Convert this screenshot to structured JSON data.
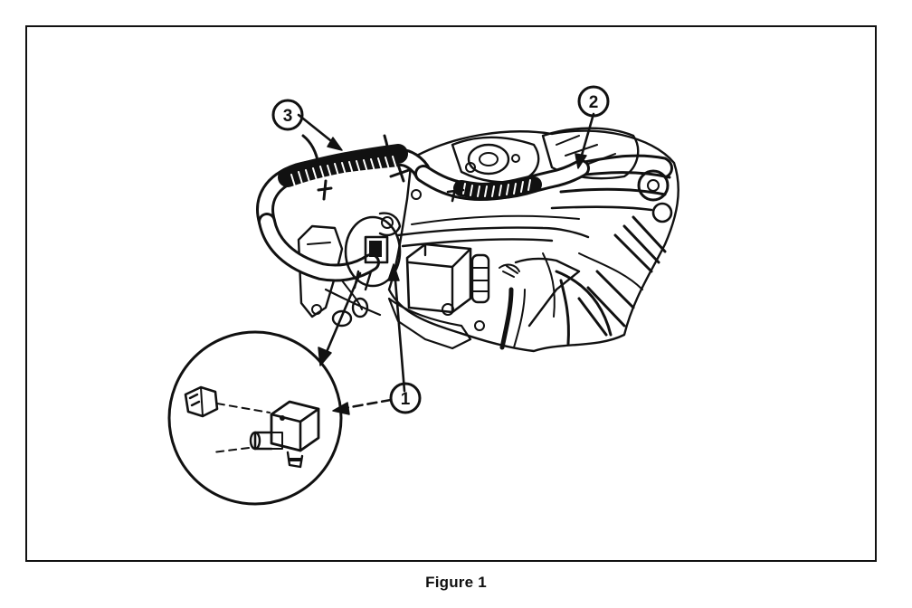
{
  "figure": {
    "caption": "Figure 1",
    "callouts": [
      {
        "id": "1",
        "label": "1"
      },
      {
        "id": "2",
        "label": "2"
      },
      {
        "id": "3",
        "label": "3"
      }
    ]
  },
  "colors": {
    "ink": "#111111",
    "paper": "#ffffff"
  }
}
